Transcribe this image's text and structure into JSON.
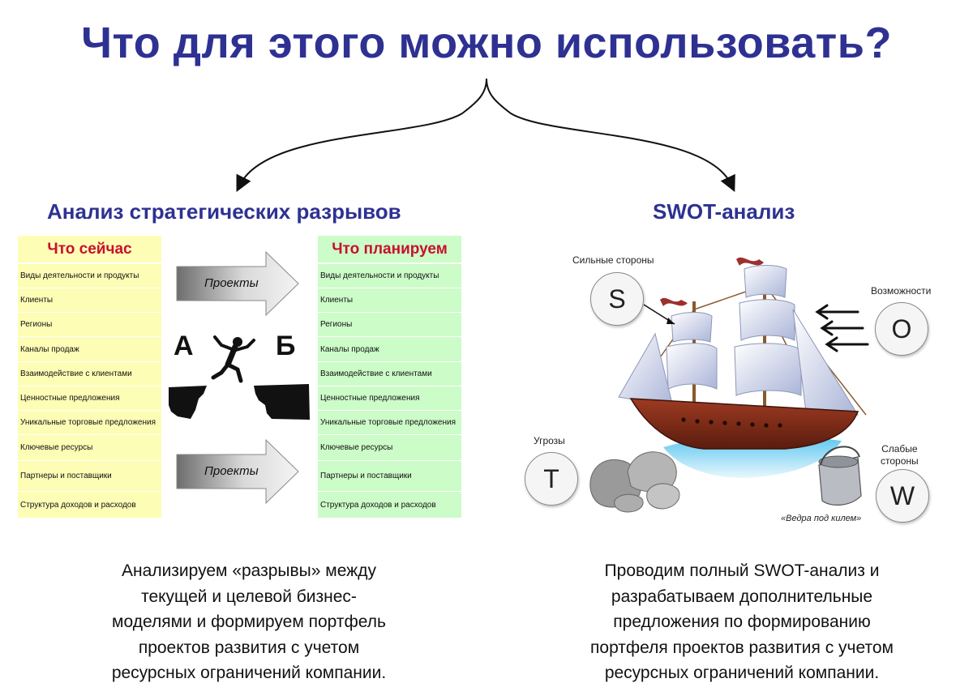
{
  "title": "Что для этого можно использовать?",
  "left": {
    "heading": "Анализ стратегических разрывов",
    "table_now": {
      "header": "Что сейчас",
      "rows": [
        "Виды деятельности и продукты",
        "Клиенты",
        "Регионы",
        "Каналы продаж",
        "Взаимодействие с клиентами",
        "Ценностные предложения",
        "Уникальные торговые предложения",
        "Ключевые ресурсы",
        "Партнеры и поставщики",
        "Структура доходов и расходов"
      ]
    },
    "table_plan": {
      "header": "Что планируем",
      "rows": [
        "Виды деятельности и продукты",
        "Клиенты",
        "Регионы",
        "Каналы продаж",
        "Взаимодействие с клиентами",
        "Ценностные предложения",
        "Уникальные торговые предложения",
        "Ключевые ресурсы",
        "Партнеры и поставщики",
        "Структура доходов и расходов"
      ]
    },
    "arrow_top_label": "Проекты",
    "arrow_bottom_label": "Проекты",
    "letter_a": "А",
    "letter_b": "Б",
    "description": "Анализируем «разрывы» между\nтекущей и целевой бизнес-\nмоделями и формируем портфель\nпроектов развития с учетом\nресурсных ограничений компании."
  },
  "right": {
    "heading": "SWOT-анализ",
    "strengths_label": "Сильные стороны",
    "strengths_letter": "S",
    "opportunities_label": "Возможности",
    "opportunities_letter": "O",
    "threats_label": "Угрозы",
    "threats_letter": "T",
    "weaknesses_label": "Слабые\nстороны",
    "weaknesses_letter": "W",
    "bucket_caption": "«Ведра под килем»",
    "description": "Проводим полный SWOT-анализ и\nразрабатываем дополнительные\nпредложения по формированию\nпортфеля проектов развития с учетом\nресурсных ограничений компании."
  },
  "colors": {
    "title": "#2e3192",
    "table_now_bg": "#fdfdb6",
    "table_plan_bg": "#ccfcc8",
    "table_header": "#c8102e"
  }
}
